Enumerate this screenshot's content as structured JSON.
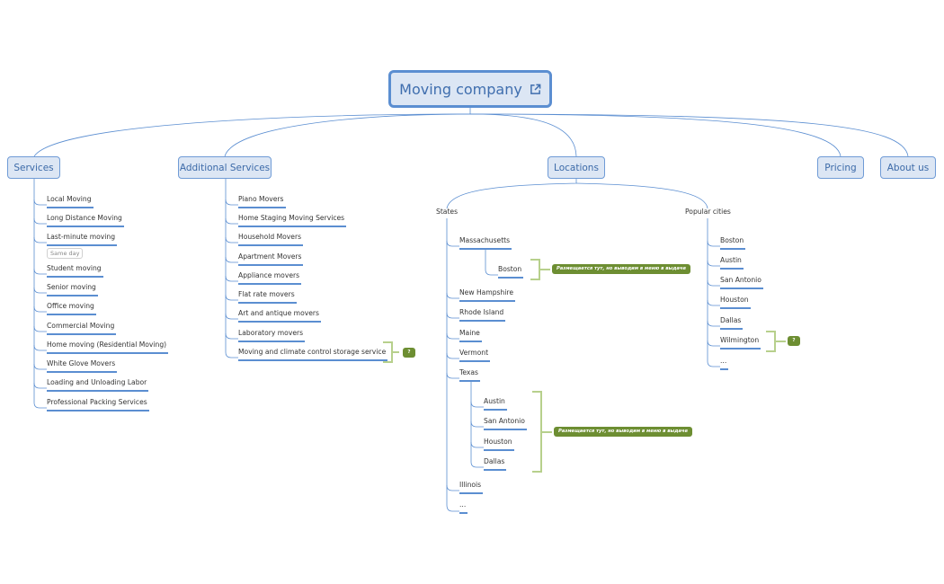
{
  "root": {
    "title": "Moving company",
    "icon": "external-link-icon"
  },
  "services": {
    "title": "Services",
    "items": [
      "Local Moving",
      "Long Distance Moving",
      "Last-minute moving",
      "Student moving",
      "Senior moving",
      "Office moving",
      "Commercial Moving",
      "Home moving (Residential Moving)",
      "White Glove Movers",
      "Loading and Unloading Labor",
      "Professional Packing Services"
    ],
    "tag": "Same day"
  },
  "additional": {
    "title": "Additional Services",
    "items": [
      "Piano Movers",
      "Home Staging Moving Services",
      "Household Movers",
      "Apartment Movers",
      "Appliance movers",
      "Flat rate movers",
      "Art and antique movers",
      "Laboratory movers",
      "Moving and climate control storage service"
    ],
    "note": "?"
  },
  "locations": {
    "title": "Locations",
    "states_label": "States",
    "states": [
      "Massachusetts",
      "New Hampshire",
      "Rhode Island",
      "Maine",
      "Vermont",
      "Texas",
      "Illinois",
      "..."
    ],
    "massachusetts_cities": [
      "Boston"
    ],
    "texas_cities": [
      "Austin",
      "San Antonio",
      "Houston",
      "Dallas"
    ],
    "state_note": "Размещается тут, но выводим в меню в выдаче",
    "popular_label": "Popular cities",
    "popular": [
      "Boston",
      "Austin",
      "San Antonio",
      "Houston",
      "Dallas",
      "Wilmington",
      "..."
    ],
    "popular_note": "?"
  },
  "pricing": {
    "title": "Pricing"
  },
  "about": {
    "title": "About us"
  },
  "colors": {
    "line": "#5b8ed1",
    "node_fill": "#dce6f4",
    "bracket": "#b7d08c",
    "note": "#6d8e32"
  }
}
